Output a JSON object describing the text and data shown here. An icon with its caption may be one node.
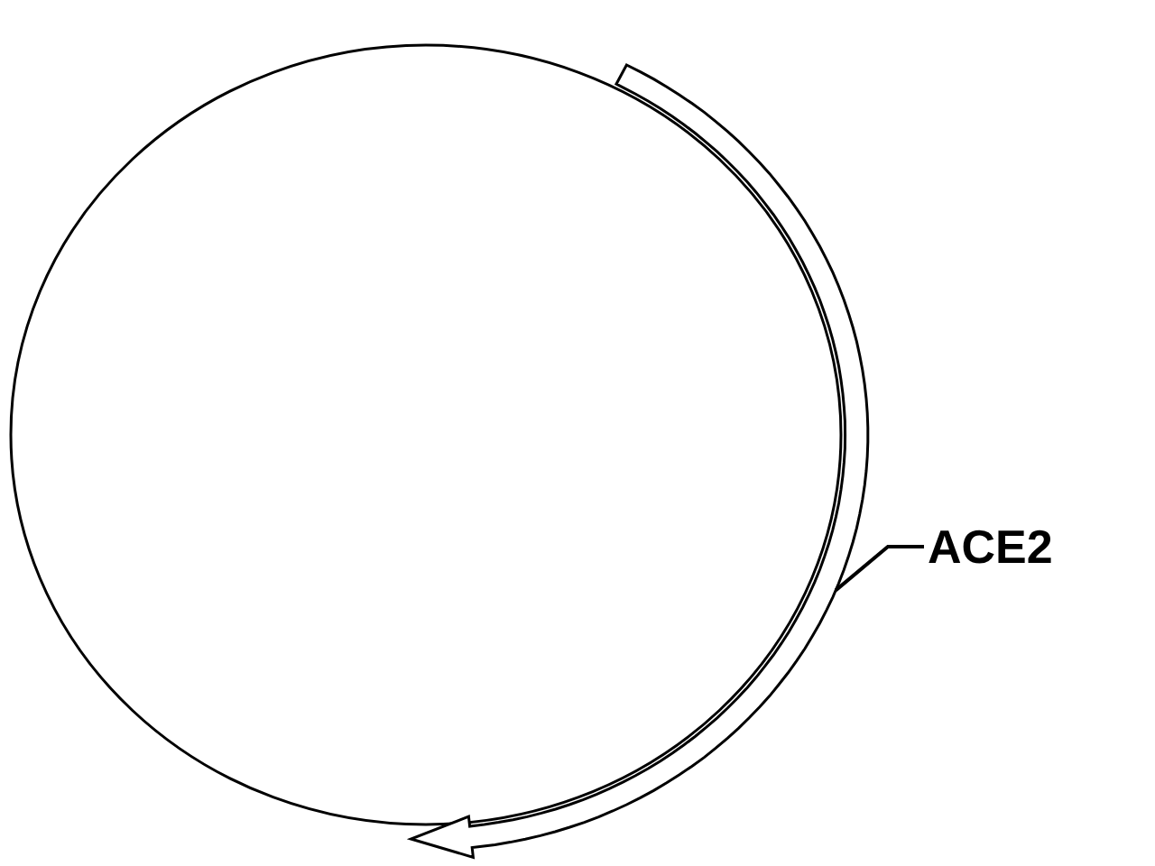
{
  "diagram": {
    "nodes": [
      {
        "text": [],
        "shape": "circle"
      },
      {
        "text": [
          "ACE2"
        ]
      },
      {
        "text": [],
        "shape": "arrow"
      }
    ],
    "edges": [
      {
        "from": 1,
        "to": 2,
        "arrow": "none"
      }
    ]
  }
}
